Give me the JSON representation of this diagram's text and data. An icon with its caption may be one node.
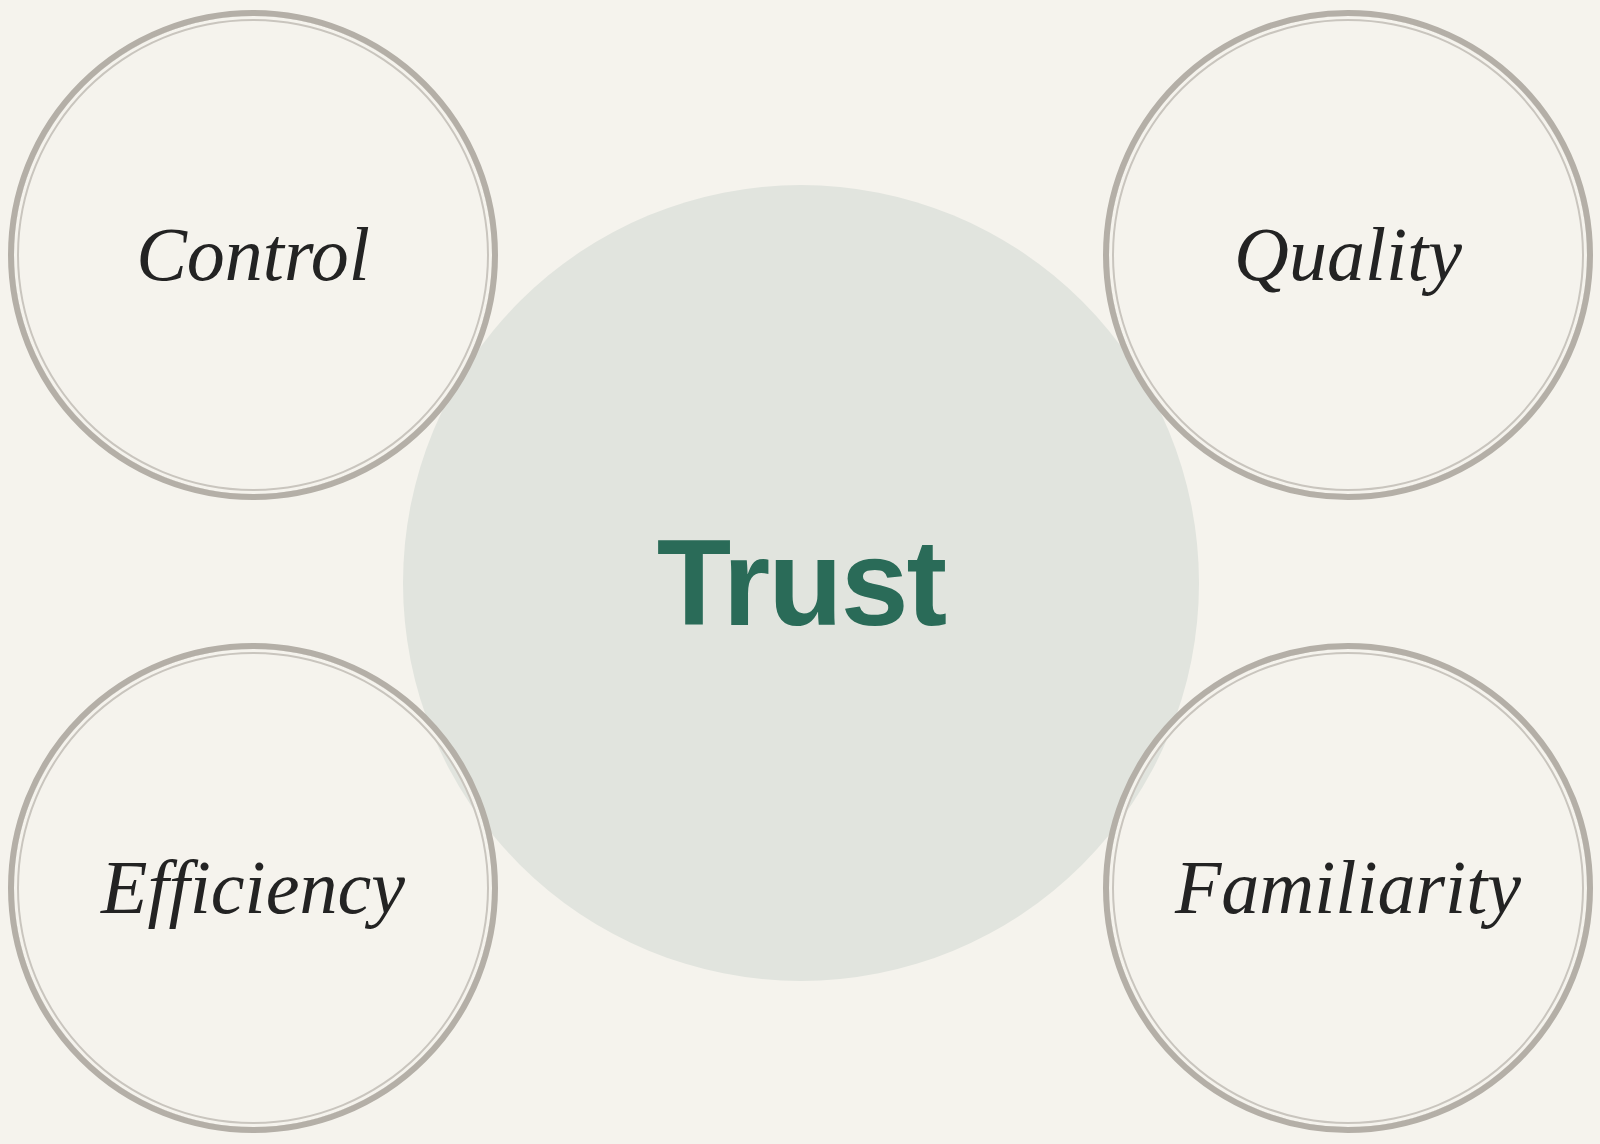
{
  "diagram": {
    "nodes": [
      {
        "text": [
          "Control"
        ]
      },
      {
        "text": [
          "Quality"
        ]
      },
      {
        "text": [
          "Trust"
        ]
      },
      {
        "text": [
          "Efficiency"
        ]
      },
      {
        "text": [
          "Familiarity"
        ]
      }
    ]
  }
}
